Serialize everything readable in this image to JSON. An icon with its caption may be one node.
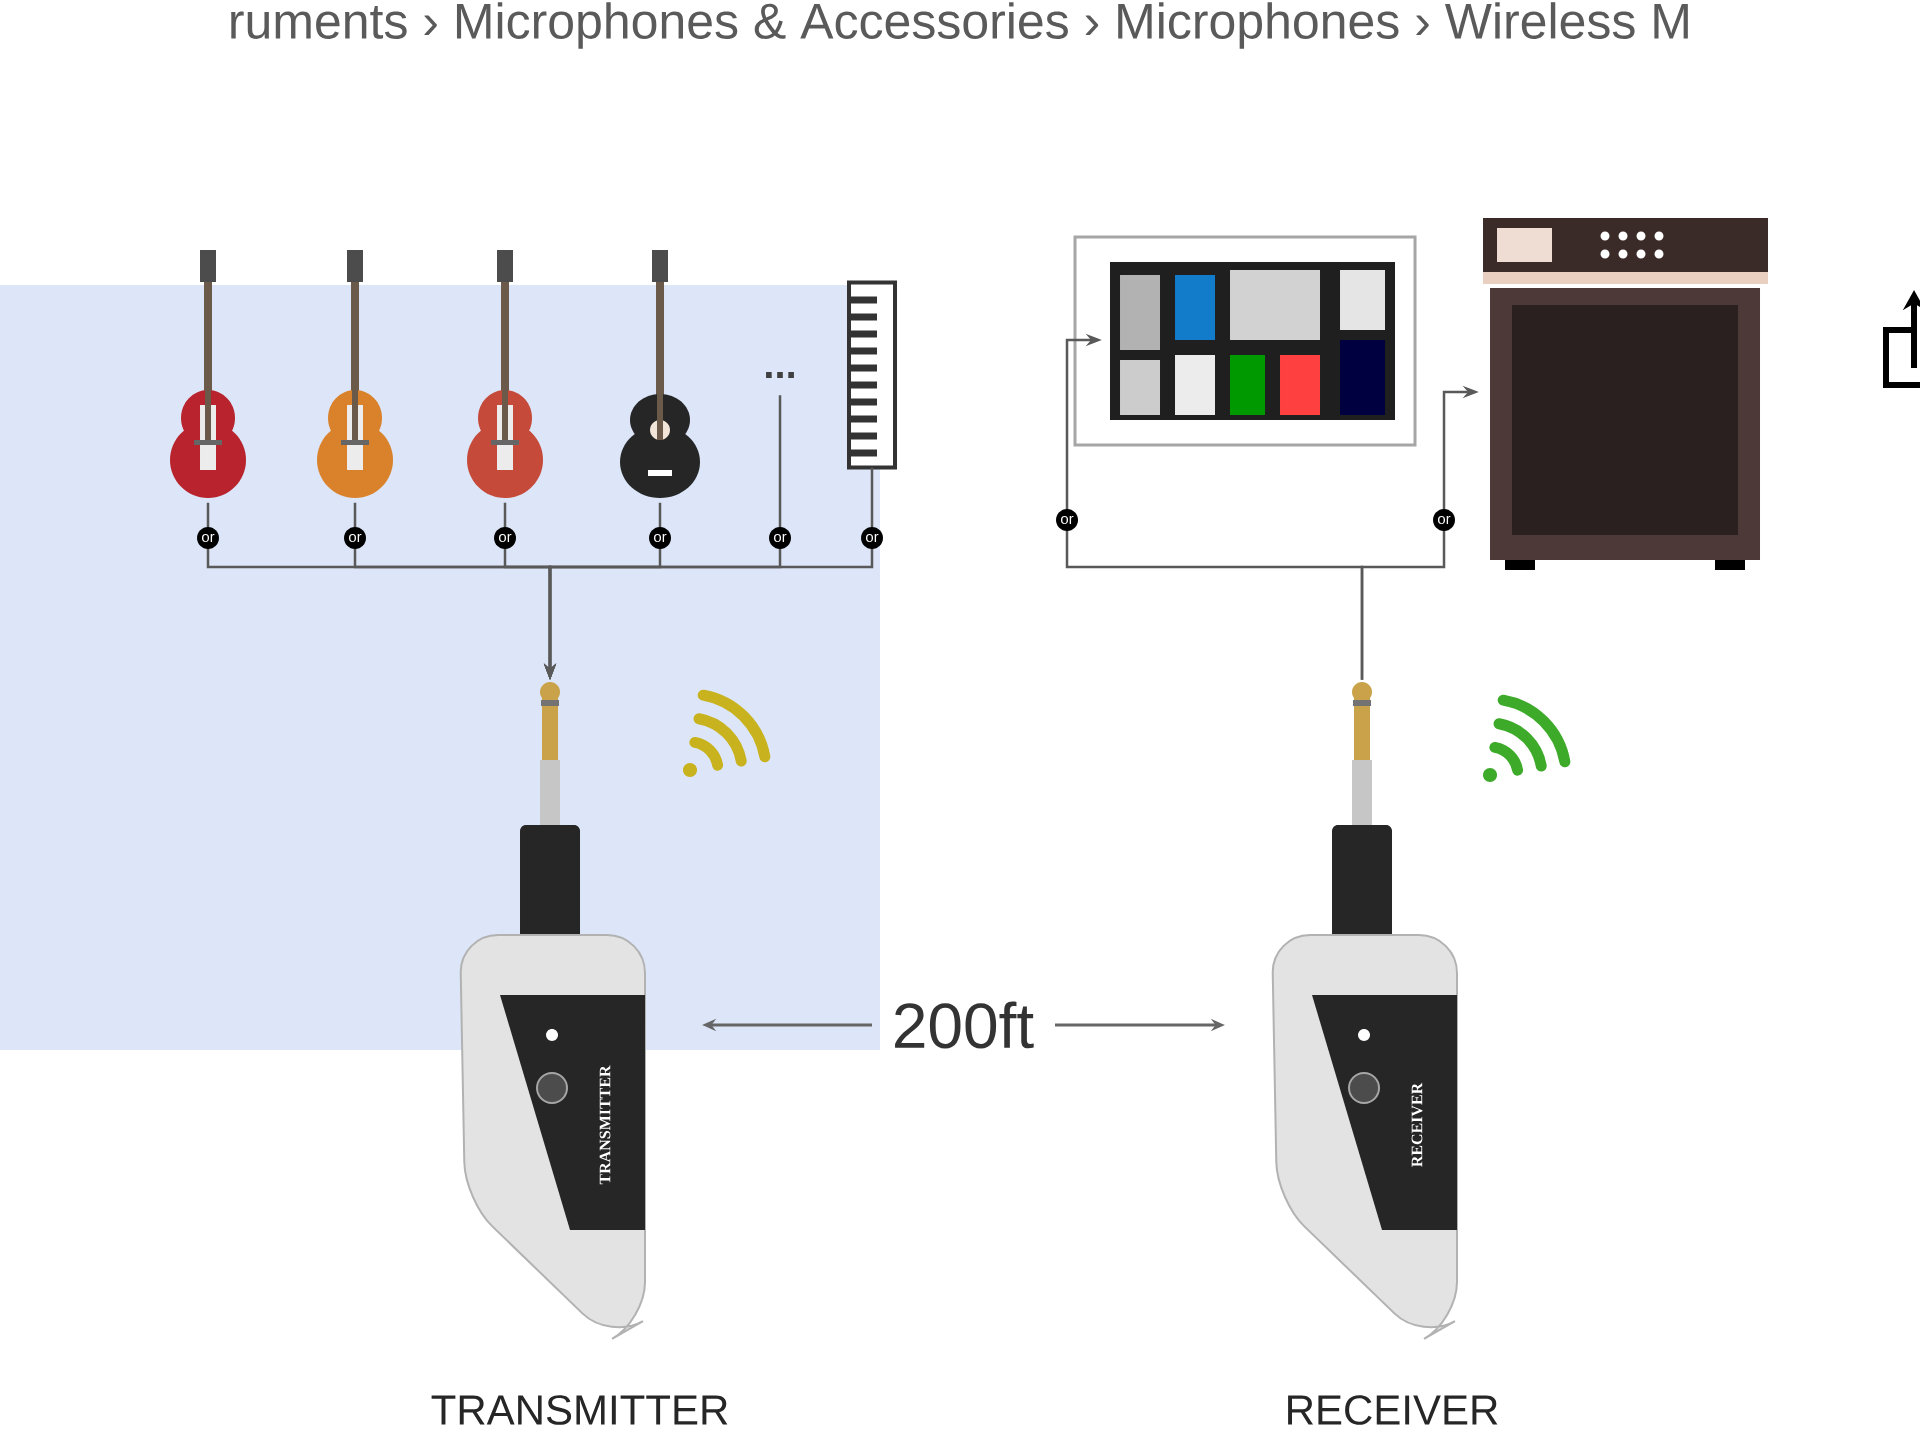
{
  "diagram": {
    "nodes": [
      {
        "text": [],
        "shape": "picture"
      },
      {
        "text": [],
        "shape": "picture"
      },
      {
        "text": [],
        "shape": "picture"
      },
      {
        "text": [],
        "shape": "picture"
      },
      {
        "text": [
          "..."
        ]
      },
      {
        "text": [],
        "shape": "picture"
      },
      {
        "text": [
          "TRANSMITTER",
          "TRANSMITTER"
        ]
      },
      {
        "text": [],
        "shape": "picture"
      },
      {
        "text": [],
        "shape": "picture"
      },
      {
        "text": [
          "RECEIVER",
          "RECEIVER"
        ]
      }
    ],
    "edges": [
      {
        "from": 0,
        "to": 6,
        "arrow": "to",
        "label": "or"
      },
      {
        "from": 1,
        "to": 6,
        "arrow": "to",
        "label": "or"
      },
      {
        "from": 2,
        "to": 6,
        "arrow": "to",
        "label": "or"
      },
      {
        "from": 3,
        "to": 6,
        "arrow": "to",
        "label": "or"
      },
      {
        "from": 4,
        "to": 6,
        "arrow": "to",
        "label": "or"
      },
      {
        "from": 5,
        "to": 6,
        "arrow": "to",
        "label": "or"
      },
      {
        "from": 9,
        "to": 7,
        "arrow": "to",
        "label": "or"
      },
      {
        "from": 9,
        "to": 8,
        "arrow": "to",
        "label": "or"
      }
    ],
    "labels": [
      "ruments › Microphones & Accessories › Microphones › Wireless M",
      "200ft"
    ]
  }
}
